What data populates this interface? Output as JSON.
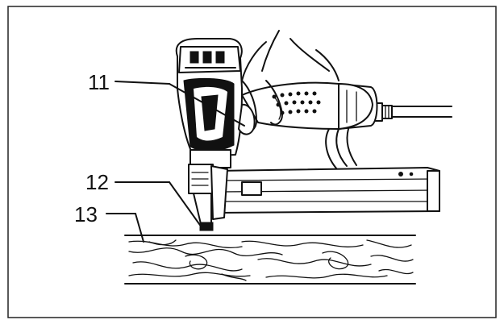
{
  "callouts": {
    "c11": "11",
    "c12": "12",
    "c13": "13"
  },
  "icons": {
    "tool": "pneumatic-nailer-illustration",
    "workpiece": "wood-board-illustration",
    "hand": "operator-hand-illustration",
    "hose": "air-hose-illustration"
  }
}
